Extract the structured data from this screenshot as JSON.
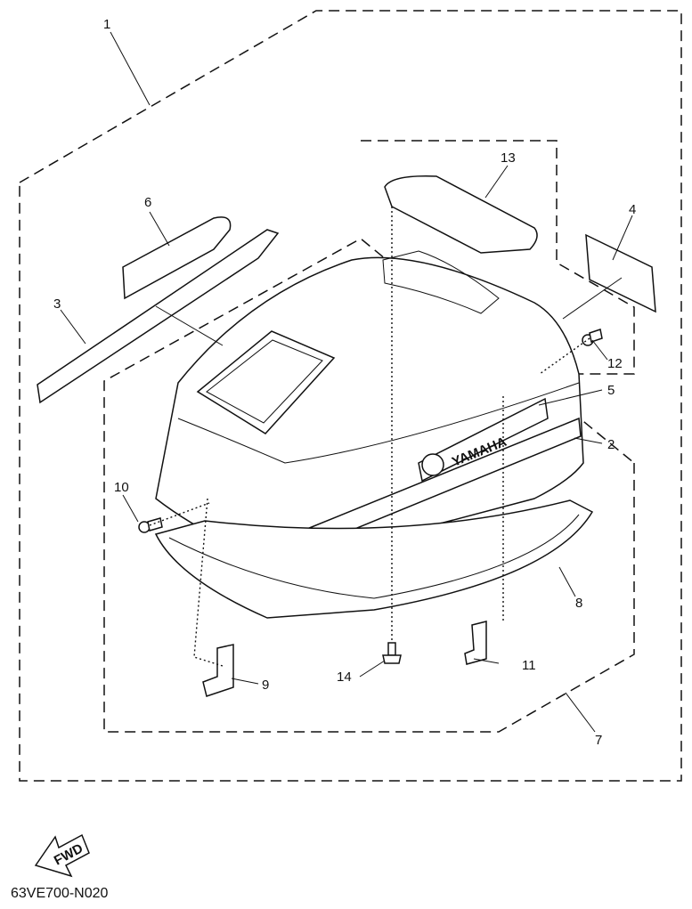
{
  "diagram": {
    "part_numbers": [
      "1",
      "2",
      "3",
      "4",
      "5",
      "6",
      "7",
      "8",
      "9",
      "10",
      "11",
      "12",
      "13",
      "14"
    ],
    "brand_decal": "YAMAHA",
    "fwd_label": "FWD",
    "drawing_code": "63VE700-N020"
  }
}
